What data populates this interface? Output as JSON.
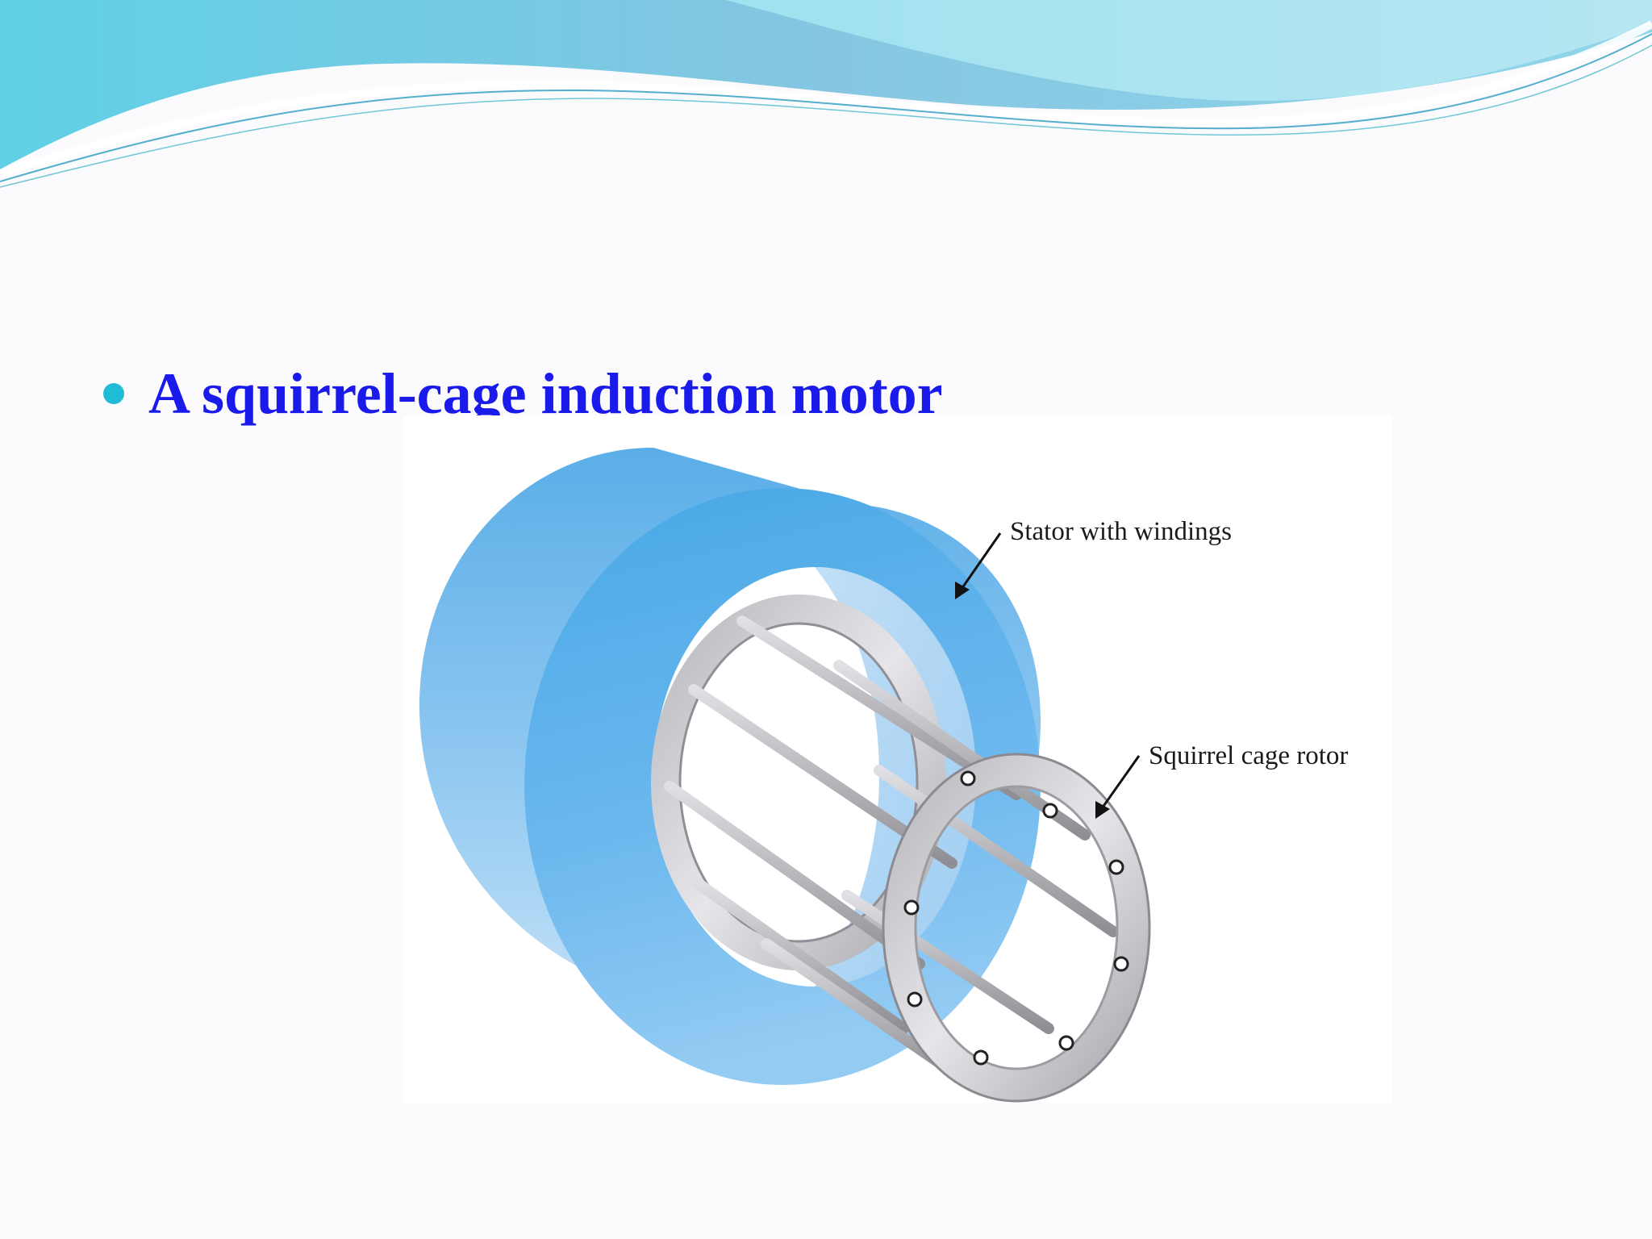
{
  "colors": {
    "bullet": "#1fbcd6",
    "title": "#1a1aea",
    "stator": "#4aa8e4",
    "rotor": "#c8c8cc"
  },
  "slide": {
    "bullet_text": "A squirrel-cage induction motor"
  },
  "figure": {
    "stator_label": "Stator with windings",
    "rotor_label": "Squirrel cage rotor"
  }
}
